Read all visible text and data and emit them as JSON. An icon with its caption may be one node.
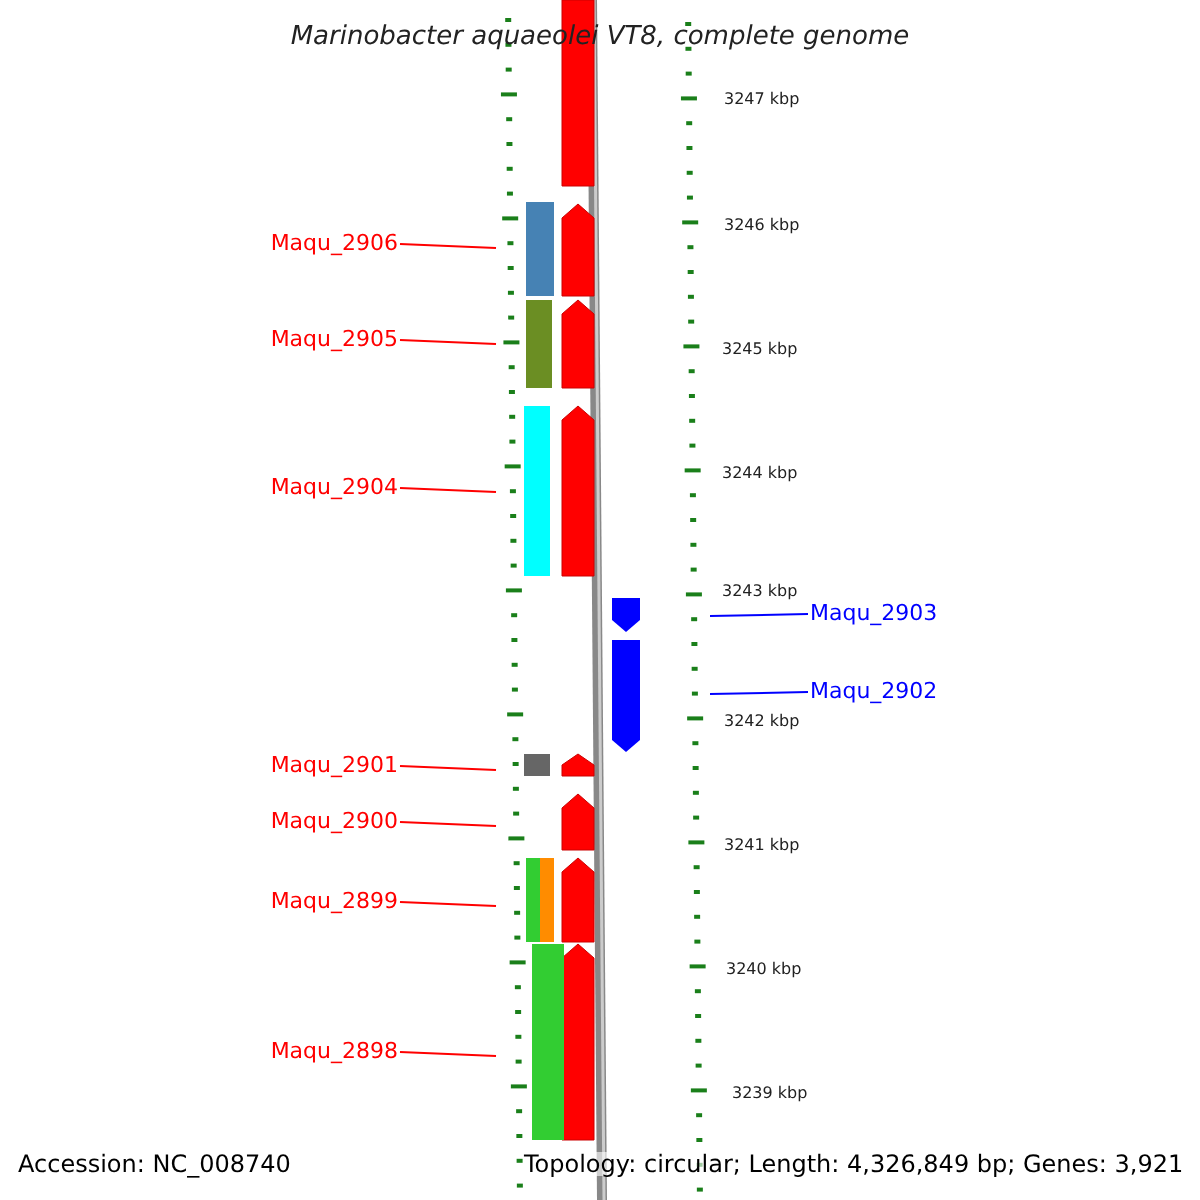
{
  "diagram": {
    "title": "Marinobacter aquaeolei VT8, complete genome",
    "nodes": [
      {
        "text": [
          "Maqu_2906"
        ]
      },
      {
        "text": [
          "Maqu_2905"
        ]
      },
      {
        "text": [
          "Maqu_2904"
        ]
      },
      {
        "text": [
          "Maqu_2903"
        ]
      },
      {
        "text": [
          "Maqu_2902"
        ]
      },
      {
        "text": [
          "Maqu_2901"
        ]
      },
      {
        "text": [
          "Maqu_2900"
        ]
      },
      {
        "text": [
          "Maqu_2899"
        ]
      },
      {
        "text": [
          "Maqu_2898"
        ]
      }
    ],
    "edges": [
      {
        "from": 0,
        "to": null,
        "arrow": "none"
      },
      {
        "from": 1,
        "to": null,
        "arrow": "none"
      },
      {
        "from": 2,
        "to": null,
        "arrow": "none"
      },
      {
        "from": 3,
        "to": null,
        "arrow": "none",
        "color": "#0000ff"
      },
      {
        "from": 4,
        "to": null,
        "arrow": "none",
        "color": "#0000ff"
      },
      {
        "from": 5,
        "to": null,
        "arrow": "none"
      },
      {
        "from": 6,
        "to": null,
        "arrow": "none"
      },
      {
        "from": 7,
        "to": null,
        "arrow": "none"
      },
      {
        "from": 8,
        "to": null,
        "arrow": "none"
      }
    ],
    "labels": [
      "3247 kbp",
      "3246 kbp",
      "3245 kbp",
      "3244 kbp",
      "3243 kbp",
      "3242 kbp",
      "3241 kbp",
      "3240 kbp",
      "3239 kbp",
      "Accession: NC_008740",
      "Topology: circular; Length: 4,326,849 bp; Genes: 3,921"
    ]
  }
}
